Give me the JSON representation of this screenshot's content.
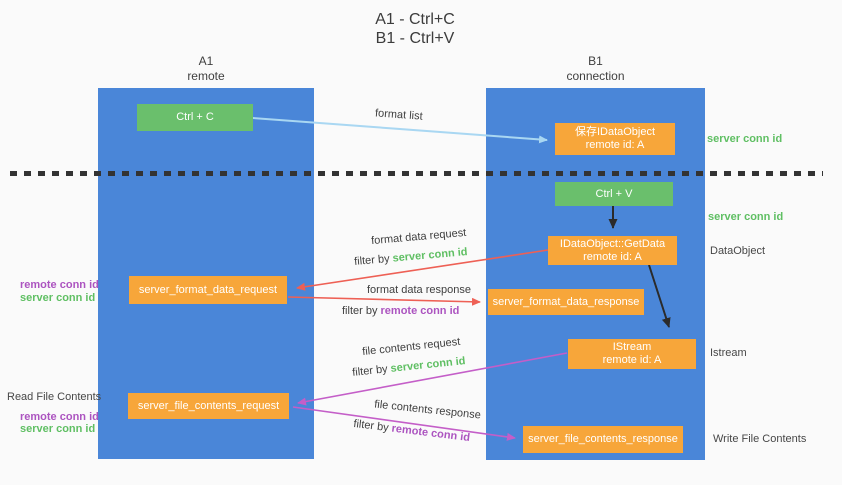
{
  "title": {
    "line1": "A1 - Ctrl+C",
    "line2": "B1 - Ctrl+V"
  },
  "lanes": {
    "a": {
      "name": "A1",
      "subtitle": "remote"
    },
    "b": {
      "name": "B1",
      "subtitle": "connection"
    }
  },
  "boxes": {
    "ctrl_c": "Ctrl + C",
    "ctrl_v": "Ctrl + V",
    "save_dataobject_line1": "保存IDataObject",
    "save_dataobject_line2": "remote id: A",
    "getdata_line1": "IDataObject::GetData",
    "getdata_line2": "remote id: A",
    "istream_line1": "IStream",
    "istream_line2": "remote id: A",
    "format_request": "server_format_data_request",
    "format_response": "server_format_data_response",
    "file_request": "server_file_contents_request",
    "file_response": "server_file_contents_response"
  },
  "side_labels": {
    "server_conn_id_top": "server conn id",
    "server_conn_id_mid": "server conn id",
    "dataobject": "DataObject",
    "istream": "Istream",
    "write_file_contents": "Write File Contents",
    "read_file_contents": "Read File Contents",
    "remote_conn_id_1": "remote conn id",
    "server_conn_id_1": "server conn id",
    "remote_conn_id_2": "remote conn id",
    "server_conn_id_2": "server conn id"
  },
  "arrow_labels": {
    "format_list": "format list",
    "format_data_request": "format data request",
    "filter_by_1": "filter by ",
    "filter_server_1": "server conn id",
    "format_data_response": "format data response",
    "filter_by_2": "filter by ",
    "filter_remote_2": "remote conn id",
    "file_contents_request": "file contents request",
    "filter_by_3": "filter by ",
    "filter_server_3": "server conn id",
    "file_contents_response": "file contents response",
    "filter_by_4": "filter by ",
    "filter_remote_4": "remote conn id"
  },
  "colors": {
    "lane_blue": "#4a86d8",
    "box_green": "#6abf6c",
    "box_orange": "#f7a63a",
    "label_green": "#5fbf63",
    "label_purple": "#ac54c0",
    "arrow_red": "#ee6055",
    "arrow_magenta": "#c45ec8",
    "arrow_light_blue": "#a9d7f2",
    "arrow_black": "#2b2b2b",
    "background": "#fafafa"
  }
}
